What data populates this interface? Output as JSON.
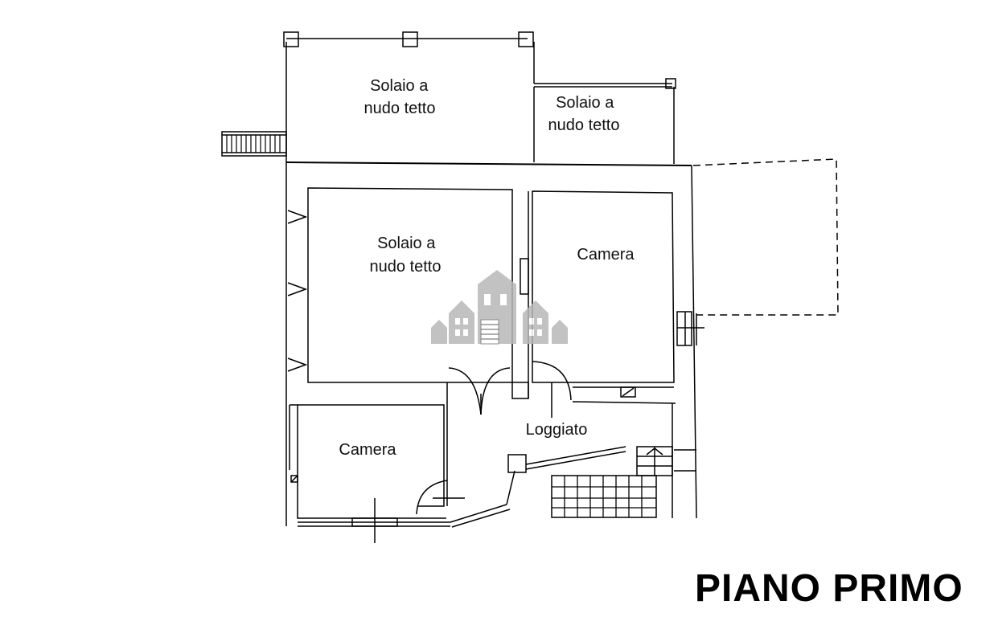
{
  "rooms": [
    {
      "id": "solaio-top-left",
      "line1": "Solaio a",
      "line2": "nudo tetto"
    },
    {
      "id": "solaio-top-right",
      "line1": "Solaio a",
      "line2": "nudo tetto"
    },
    {
      "id": "solaio-center",
      "line1": "Solaio a",
      "line2": "nudo tetto"
    },
    {
      "id": "camera-right",
      "line1": "Camera"
    },
    {
      "id": "camera-left",
      "line1": "Camera"
    },
    {
      "id": "loggiato",
      "line1": "Loggiato"
    }
  ],
  "title": "PIANO PRIMO",
  "watermark": {
    "icon": "house-logo-icon",
    "color": "#b0b0b0"
  }
}
